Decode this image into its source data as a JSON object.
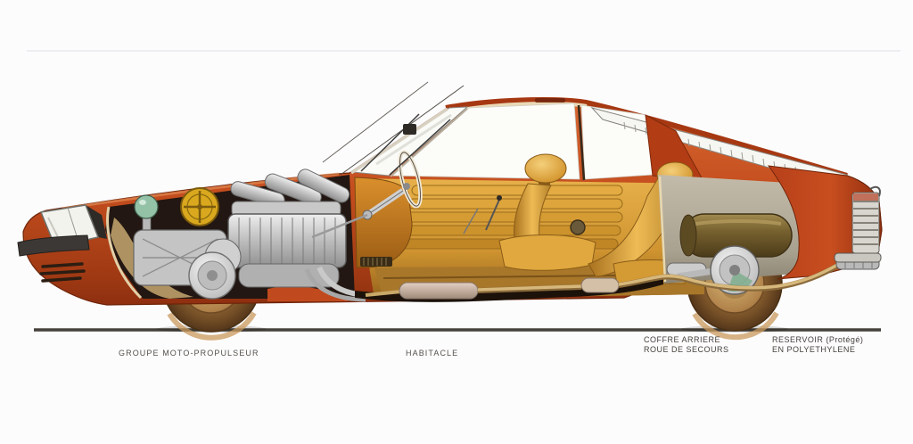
{
  "figure": {
    "type": "technical cutaway illustration",
    "subject": "sports coupe side-view cutaway (phantom drawing), nose facing left"
  },
  "labels": {
    "powertrain": "GROUPE MOTO-PROPULSEUR",
    "cabin": "HABITACLE",
    "trunk_line1": "COFFRE ARRIERE",
    "trunk_line2": "ROUE DE SECOURS",
    "tank_line1": "RESERVOIR (Protégé)",
    "tank_line2": "EN POLYETHYLENE"
  },
  "colors": {
    "background": "#fcfcfd",
    "body_orange": "#c44d1e",
    "body_shadow": "#8e2f10",
    "interior_gold": "#d99a2e",
    "engine_silver": "#c6c6c6",
    "engine_bay_dark": "#221712",
    "air_filter_yellow": "#d9a81e",
    "hydraulic_sphere_teal": "#93c2a7",
    "trunk_grey": "#b5ad9b",
    "fuel_tank_olive": "#77612f",
    "wheel_bronze": "#a47a40",
    "ground_line": "#45403a",
    "label_text": "#504b44"
  }
}
